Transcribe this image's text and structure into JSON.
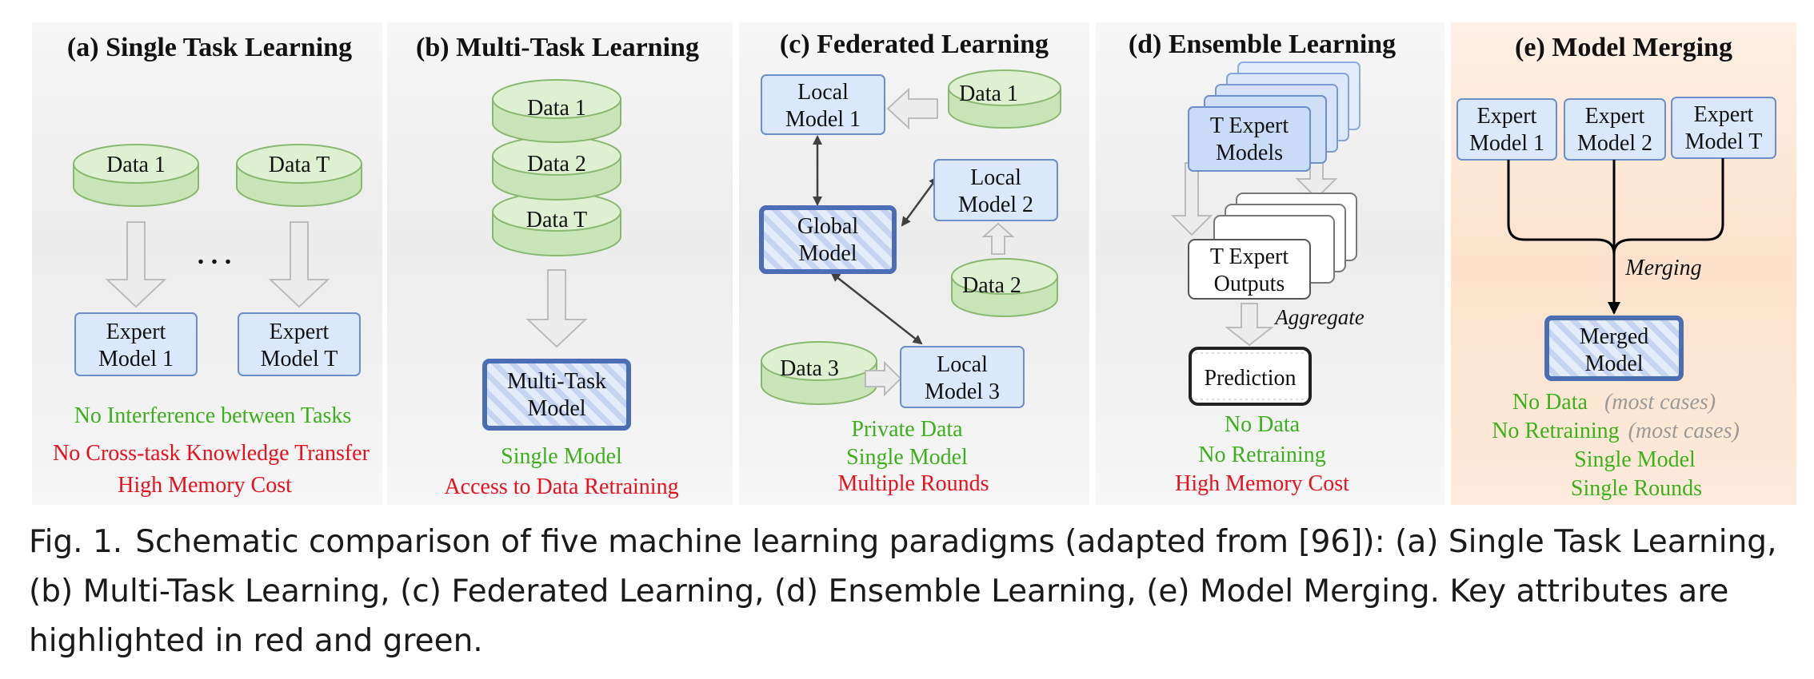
{
  "panels": [
    {
      "title": "(a) Single Task Learning",
      "data1": "Data 1",
      "dataT": "Data T",
      "dots": ". . .",
      "expert1": [
        "Expert",
        "Model 1"
      ],
      "expertT": [
        "Expert",
        "Model T"
      ],
      "green": [
        "No Interference between Tasks"
      ],
      "red": [
        "No Cross-task Knowledge Transfer",
        "High Memory Cost"
      ]
    },
    {
      "title": "(b) Multi-Task Learning",
      "data": [
        "Data 1",
        "Data 2",
        "Data T"
      ],
      "model": [
        "Multi-Task",
        "Model"
      ],
      "green": [
        "Single Model"
      ],
      "red": [
        "Access to Data Retraining"
      ]
    },
    {
      "title": "(c) Federated Learning",
      "local1": [
        "Local",
        "Model 1"
      ],
      "local2": [
        "Local",
        "Model 2"
      ],
      "local3": [
        "Local",
        "Model 3"
      ],
      "global": [
        "Global",
        "Model"
      ],
      "data1": "Data 1",
      "data2": "Data 2",
      "data3": "Data 3",
      "green": [
        "Private Data",
        "Single Model"
      ],
      "red": [
        "Multiple Rounds"
      ]
    },
    {
      "title": "(d) Ensemble Learning",
      "models": [
        "T  Expert",
        "Models"
      ],
      "outputs": [
        "T  Expert",
        "Outputs"
      ],
      "aggregate": "Aggregate",
      "prediction": "Prediction",
      "green": [
        "No Data",
        "No Retraining"
      ],
      "red": [
        "High Memory Cost"
      ]
    },
    {
      "title": "(e) Model Merging",
      "experts": [
        [
          "Expert",
          "Model 1"
        ],
        [
          "Expert",
          "Model 2"
        ],
        [
          "Expert",
          "Model T"
        ]
      ],
      "merging": "Merging",
      "merged": [
        "Merged",
        "Model"
      ],
      "nodata": "No Data",
      "noretrain": "No Retraining",
      "mostcases": "(most cases)",
      "single": [
        "Single Model",
        "Single Rounds"
      ]
    }
  ],
  "caption": {
    "label": "Fig. 1.",
    "text": "Schematic comparison of five machine learning paradigms (adapted from [96]): (a) Single Task Learning, (b) Multi-Task Learning, (c) Federated Learning, (d) Ensemble Learning, (e) Model Merging. Key attributes are highlighted in red and green."
  },
  "colors": {
    "green_text": "#3cb01c",
    "red_text": "#e8101c",
    "data_fill": "#d5ebc4",
    "data_stroke": "#7fb365",
    "box_fill": "#dbe8fb",
    "box_stroke": "#6d8ec9",
    "thick_stroke": "#4a6db4",
    "panel_gray": "#f4f4f4",
    "panel_orange": "#fdeadb"
  }
}
